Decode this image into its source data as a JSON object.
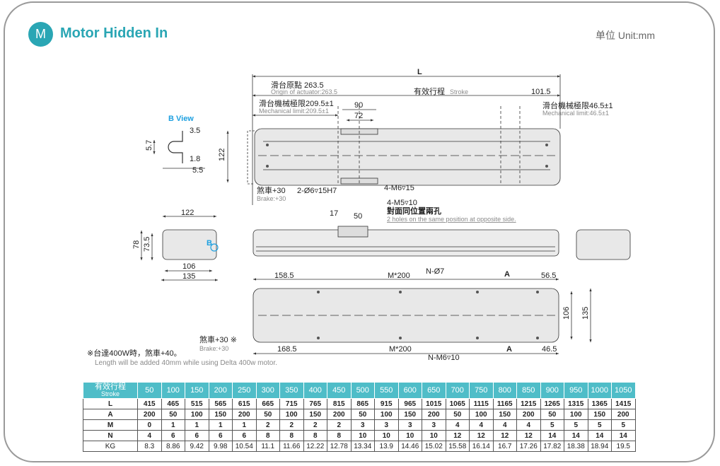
{
  "header": {
    "badge": "M",
    "title": "Motor Hidden In",
    "unit": "单位 Unit:mm"
  },
  "colors": {
    "accent": "#2aa6b4",
    "table_header": "#4fbdc8",
    "b_view": "#1ea0e0"
  },
  "drawing": {
    "L": "L",
    "origin_cn": "滑台原點 263.5",
    "origin_en": "Origin of actuator:263.5",
    "stroke_cn": "有效行程",
    "stroke_en": "Stroke",
    "mech_left_cn": "滑台機械極限209.5±1",
    "mech_left_en": "Mechanical limit:209.5±1",
    "dim_90": "90",
    "dim_72": "72",
    "dim_101_5": "101.5",
    "mech_right_cn": "滑台機械極限46.5±1",
    "mech_right_en": "Mechanical limit:46.5±1",
    "b_view": "B View",
    "bv_3_5": "3.5",
    "bv_5_7": "5.7",
    "bv_1_8": "1.8",
    "bv_5_5": "5.5",
    "dim_122_v": "122",
    "brake_cn": "煞車+30",
    "brake_en": "Brake:+30",
    "hole_2_06": "2-Ø6▿15H7",
    "hole_4_m6": "4-M6▿15",
    "hole_4_m5": "4-M5▿10",
    "opposite_cn": "對面同位置兩孔",
    "opposite_en": "2 holes on the same position at opposite side.",
    "dim_17": "17",
    "dim_50": "50",
    "end_122": "122",
    "end_78": "78",
    "end_73_5": "73.5",
    "end_b": "B",
    "end_106": "106",
    "end_135": "135",
    "dim_158_5": "158.5",
    "m200_top": "M*200",
    "n_07": "N-Ø7",
    "a_top": "A",
    "dim_56_5": "56.5",
    "dim_106": "106",
    "dim_135": "135",
    "brake2_cn": "煞車+30 ※",
    "brake2_en": "Brake:+30",
    "dim_168_5": "168.5",
    "m200_bot": "M*200",
    "a_bot": "A",
    "dim_46_5": "46.5",
    "n_m6": "N-M6▿10",
    "note_cn": "※台達400W時，煞車+40。",
    "note_en": "Length will be added 40mm while using Delta 400w motor."
  },
  "table": {
    "header_cn": "有效行程",
    "header_en": "Stroke",
    "strokes": [
      "50",
      "100",
      "150",
      "200",
      "250",
      "300",
      "350",
      "400",
      "450",
      "500",
      "550",
      "600",
      "650",
      "700",
      "750",
      "800",
      "850",
      "900",
      "950",
      "1000",
      "1050"
    ],
    "rows": [
      {
        "label": "L",
        "values": [
          "415",
          "465",
          "515",
          "565",
          "615",
          "665",
          "715",
          "765",
          "815",
          "865",
          "915",
          "965",
          "1015",
          "1065",
          "1115",
          "1165",
          "1215",
          "1265",
          "1315",
          "1365",
          "1415"
        ]
      },
      {
        "label": "A",
        "values": [
          "200",
          "50",
          "100",
          "150",
          "200",
          "50",
          "100",
          "150",
          "200",
          "50",
          "100",
          "150",
          "200",
          "50",
          "100",
          "150",
          "200",
          "50",
          "100",
          "150",
          "200"
        ]
      },
      {
        "label": "M",
        "values": [
          "0",
          "1",
          "1",
          "1",
          "1",
          "2",
          "2",
          "2",
          "2",
          "3",
          "3",
          "3",
          "3",
          "4",
          "4",
          "4",
          "4",
          "5",
          "5",
          "5",
          "5"
        ]
      },
      {
        "label": "N",
        "values": [
          "4",
          "6",
          "6",
          "6",
          "6",
          "8",
          "8",
          "8",
          "8",
          "10",
          "10",
          "10",
          "10",
          "12",
          "12",
          "12",
          "12",
          "14",
          "14",
          "14",
          "14"
        ]
      },
      {
        "label": "KG",
        "values": [
          "8.3",
          "8.86",
          "9.42",
          "9.98",
          "10.54",
          "11.1",
          "11.66",
          "12.22",
          "12.78",
          "13.34",
          "13.9",
          "14.46",
          "15.02",
          "15.58",
          "16.14",
          "16.7",
          "17.26",
          "17.82",
          "18.38",
          "18.94",
          "19.5"
        ]
      }
    ]
  }
}
